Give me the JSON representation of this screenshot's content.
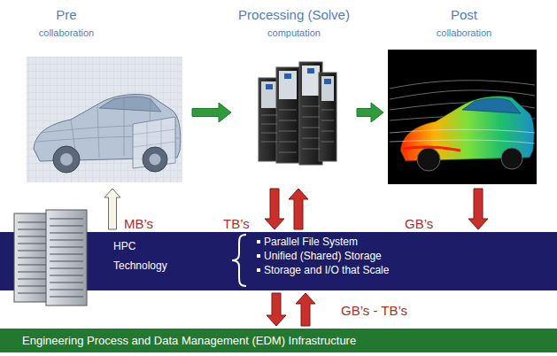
{
  "diagram": {
    "nodes": [
      {
        "text": [
          "Pre",
          "collaboration"
        ]
      },
      {
        "text": [
          "Processing (Solve)",
          "computation"
        ]
      },
      {
        "text": [
          "Post",
          "collaboration"
        ]
      },
      {
        "text": [
          "HPC Technology",
          "Parallel File System",
          "Unified (Shared) Storage",
          "Storage and I/O that Scale"
        ]
      },
      {
        "text": [
          "Engineering Process and Data Management (EDM) Infrastructure"
        ]
      }
    ],
    "edges": [
      {
        "from": 0,
        "to": 1,
        "arrow": "to"
      },
      {
        "from": 1,
        "to": 2,
        "arrow": "to"
      },
      {
        "from": 3,
        "to": 0,
        "arrow": "to",
        "label": "MB’s"
      },
      {
        "from": 1,
        "to": 3,
        "arrow": "to",
        "label": "TB’s"
      },
      {
        "from": 3,
        "to": 1,
        "arrow": "to"
      },
      {
        "from": 2,
        "to": 3,
        "arrow": "to",
        "label": "GB’s"
      },
      {
        "from": 3,
        "to": 4,
        "arrow": "to",
        "label": "GB’s - TB’s"
      },
      {
        "from": 4,
        "to": 3,
        "arrow": "to"
      }
    ]
  }
}
